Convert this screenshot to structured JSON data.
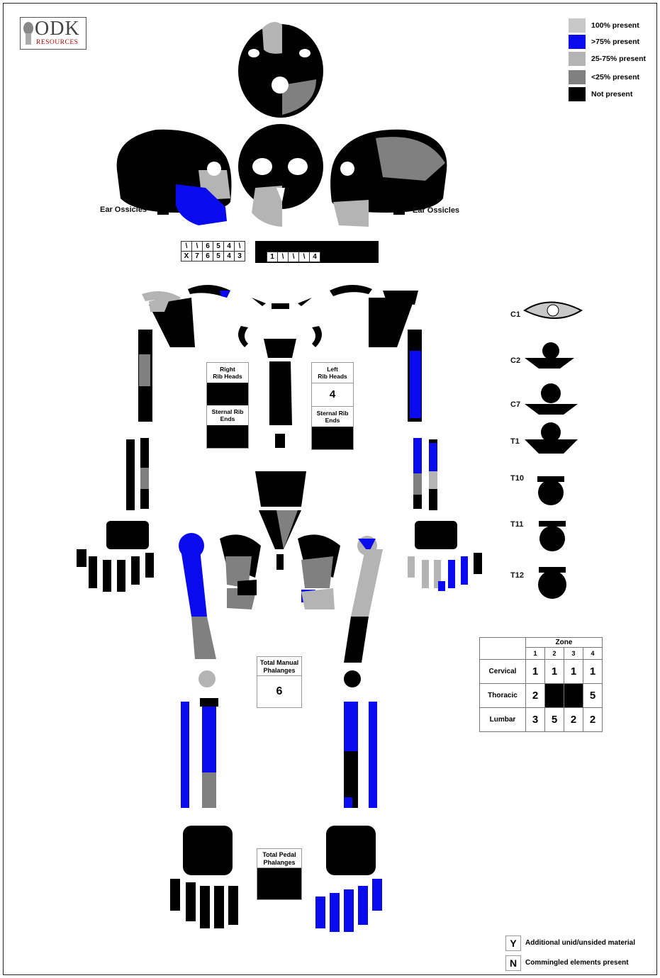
{
  "logo": {
    "main": "ODK",
    "sub": "RESOURCES"
  },
  "legend": [
    {
      "label": "100% present",
      "color": "#c8c8c8"
    },
    {
      "label": ">75% present",
      "color": "#0a0aee"
    },
    {
      "label": "25-75% present",
      "color": "#b4b4b4"
    },
    {
      "label": "<25% present",
      "color": "#808080"
    },
    {
      "label": "Not present",
      "color": "#000000"
    }
  ],
  "ear_ossicles": {
    "left_label": "Ear Ossicles",
    "right_label": "Ear Ossicles"
  },
  "dentition": {
    "upper_right": [
      "\\",
      "\\",
      "6",
      "5",
      "4",
      "\\"
    ],
    "lower_right": [
      "X",
      "7",
      "6",
      "5",
      "4",
      "3"
    ],
    "lower_left": [
      "1",
      "\\",
      "\\",
      "\\",
      "4"
    ]
  },
  "rib_heads": {
    "right": {
      "title": "Right\nRib Heads",
      "value": ""
    },
    "left": {
      "title": "Left\nRib Heads",
      "value": "4"
    }
  },
  "sternal_rib_ends": {
    "right": {
      "title": "Sternal Rib\nEnds"
    },
    "left": {
      "title": "Sternal Rib\nEnds"
    }
  },
  "vertebrae_labels": [
    "C1",
    "C2",
    "C7",
    "T1",
    "T10",
    "T11",
    "T12"
  ],
  "manual_phalanges": {
    "title": "Total Manual\nPhalanges",
    "value": "6"
  },
  "pedal_phalanges": {
    "title": "Total Pedal\nPhalanges",
    "value": ""
  },
  "zone_table": {
    "header": "Zone",
    "columns": [
      "1",
      "2",
      "3",
      "4"
    ],
    "rows": [
      {
        "label": "Cervical",
        "values": [
          "1",
          "1",
          "1",
          "1"
        ]
      },
      {
        "label": "Thoracic",
        "values": [
          "2",
          "",
          "",
          "5"
        ]
      },
      {
        "label": "Lumbar",
        "values": [
          "3",
          "5",
          "2",
          "2"
        ]
      }
    ]
  },
  "flags": [
    {
      "code": "Y",
      "text": "Additional unid/unsided material"
    },
    {
      "code": "N",
      "text": "Commingled elements present"
    }
  ]
}
